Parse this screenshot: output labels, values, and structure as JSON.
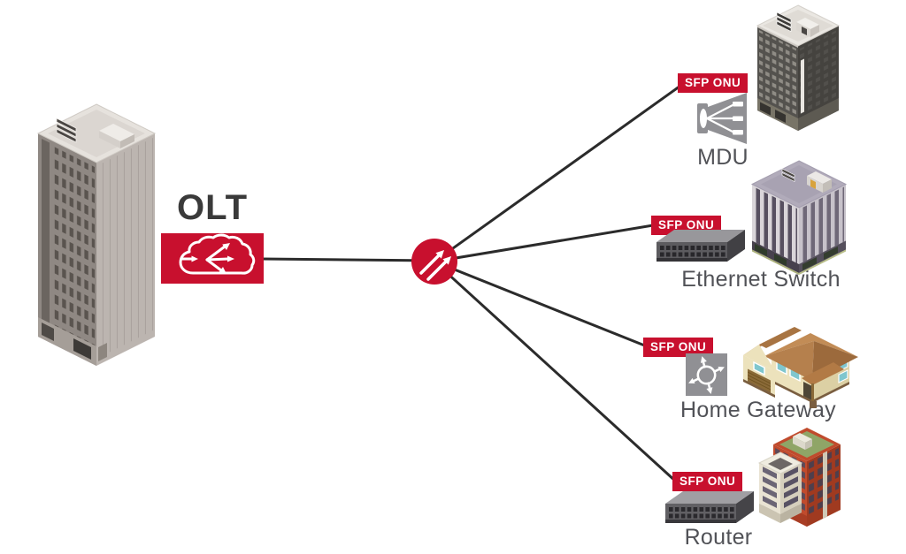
{
  "diagram": {
    "type": "pon-network-topology",
    "olt": {
      "label": "OLT",
      "icon": "cloud-fanout-icon"
    },
    "splitter": {
      "icon": "fiber-splitter-icon"
    },
    "endpoints": [
      {
        "badge": "SFP ONU",
        "label": "MDU",
        "device_icon": "optical-splitter-icon",
        "building": "dark-high-rise-tower"
      },
      {
        "badge": "SFP ONU",
        "label": "Ethernet Switch",
        "device_icon": "ethernet-switch-device",
        "building": "white-office-building"
      },
      {
        "badge": "SFP ONU",
        "label": "Home Gateway",
        "device_icon": "router-arrows-icon",
        "building": "suburban-house"
      },
      {
        "badge": "SFP ONU",
        "label": "Router",
        "device_icon": "router-device",
        "building": "red-brick-apartment"
      }
    ],
    "colors": {
      "accent_red": "#C8102E",
      "line": "#2b2b2b",
      "label_text": "#515257",
      "olt_text": "#3a3a3a",
      "icon_gray": "#909094"
    }
  }
}
